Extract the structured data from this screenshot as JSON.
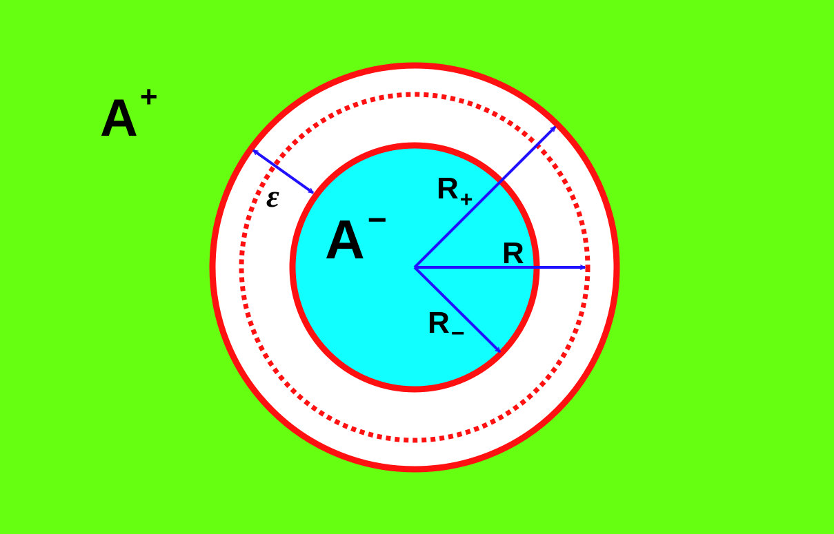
{
  "colors": {
    "background": "#66ff11",
    "outer_annulus": "#ffffff",
    "inner_disk": "#11ffff",
    "boundary": "#ff1111",
    "arrows": "#2211ff",
    "text": "#000000"
  },
  "labels": {
    "region_outside": {
      "base": "A",
      "sup": "+"
    },
    "region_inside": {
      "base": "A",
      "sup": "−"
    },
    "radius_outer": {
      "base": "R",
      "sub": "+"
    },
    "radius_middle": {
      "base": "R"
    },
    "radius_inner": {
      "base": "R",
      "sub": "−"
    },
    "width": "ε"
  },
  "shapes": {
    "outer_circle": "solid",
    "middle_circle": "dotted",
    "inner_circle": "solid"
  }
}
